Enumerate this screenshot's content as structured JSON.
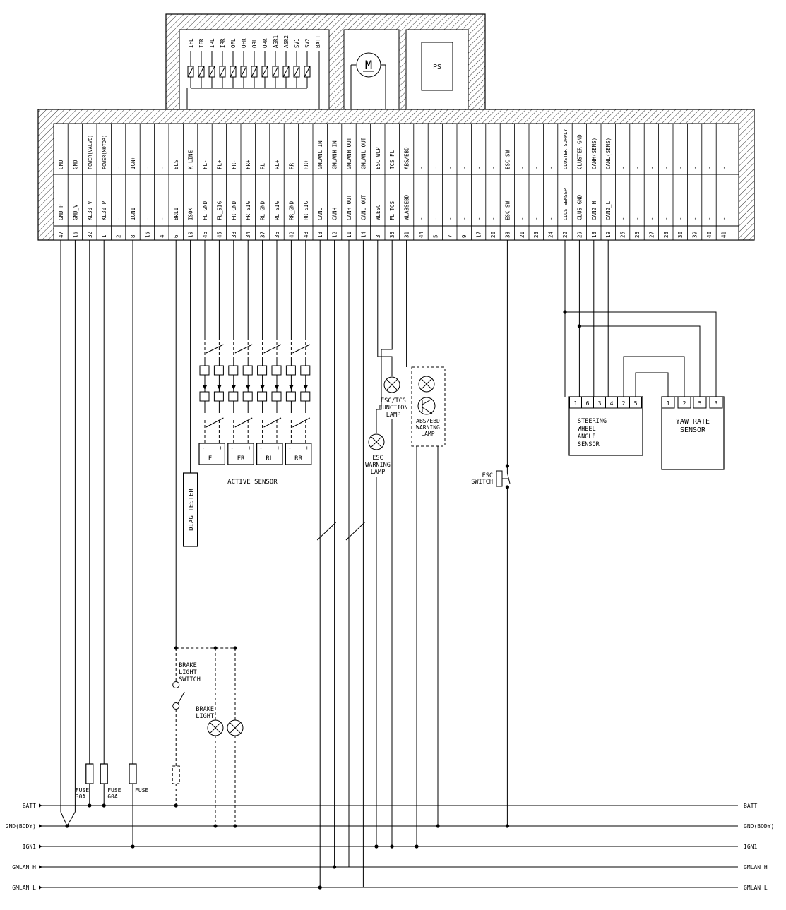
{
  "module": {
    "valve_labels": [
      "IFL",
      "IFR",
      "IRL",
      "IRR",
      "OFL",
      "OFR",
      "ORL",
      "ORR",
      "ASR1",
      "ASR2",
      "SV1",
      "SV2",
      "BATT"
    ],
    "motor_label": "M",
    "ps_label": "PS"
  },
  "pins": [
    {
      "top": "GND",
      "mid": "GND_P",
      "num": "47"
    },
    {
      "top": "GND",
      "mid": "GND_V",
      "num": "16"
    },
    {
      "top": "POWER(VALVE)",
      "mid": "KL30_V",
      "num": "32"
    },
    {
      "top": "POWER(MOTOR)",
      "mid": "KL30_P",
      "num": "1"
    },
    {
      "top": "-",
      "mid": "-",
      "num": "2"
    },
    {
      "top": "IGN+",
      "mid": "IGN1",
      "num": "8"
    },
    {
      "top": "-",
      "mid": "-",
      "num": "15"
    },
    {
      "top": "-",
      "mid": "-",
      "num": "4"
    },
    {
      "top": "BLS",
      "mid": "BRL1",
      "num": "6"
    },
    {
      "top": "K-LINE",
      "mid": "ISOK",
      "num": "10"
    },
    {
      "top": "FL-",
      "mid": "FL_GND",
      "num": "46"
    },
    {
      "top": "FL+",
      "mid": "FL_SIG",
      "num": "45"
    },
    {
      "top": "FR-",
      "mid": "FR_GND",
      "num": "33"
    },
    {
      "top": "FR+",
      "mid": "FR_SIG",
      "num": "34"
    },
    {
      "top": "RL-",
      "mid": "RL_GND",
      "num": "37"
    },
    {
      "top": "RL+",
      "mid": "RL_SIG",
      "num": "36"
    },
    {
      "top": "RR-",
      "mid": "RR_GND",
      "num": "42"
    },
    {
      "top": "RR+",
      "mid": "RR_SIG",
      "num": "43"
    },
    {
      "top": "GMLANL_IN",
      "mid": "CANL",
      "num": "13"
    },
    {
      "top": "GMLANH_IN",
      "mid": "CANH",
      "num": "12"
    },
    {
      "top": "GMLANH_OUT",
      "mid": "CANH_OUT",
      "num": "11"
    },
    {
      "top": "GMLANL_OUT",
      "mid": "CANL_OUT",
      "num": "14"
    },
    {
      "top": "ESC WLP",
      "mid": "WLESC",
      "num": "3"
    },
    {
      "top": "TCS FL",
      "mid": "FL TCS",
      "num": "35"
    },
    {
      "top": "ABS/EBD",
      "mid": "WLABSEBD",
      "num": "31"
    },
    {
      "top": "-",
      "mid": "-",
      "num": "44"
    },
    {
      "top": "-",
      "mid": "-",
      "num": "5"
    },
    {
      "top": "-",
      "mid": "-",
      "num": "7"
    },
    {
      "top": "-",
      "mid": "-",
      "num": "9"
    },
    {
      "top": "-",
      "mid": "-",
      "num": "17"
    },
    {
      "top": "-",
      "mid": "-",
      "num": "20"
    },
    {
      "top": "ESC_SW",
      "mid": "ESC_SW",
      "num": "38"
    },
    {
      "top": "-",
      "mid": "-",
      "num": "21"
    },
    {
      "top": "-",
      "mid": "-",
      "num": "23"
    },
    {
      "top": "-",
      "mid": "-",
      "num": "24"
    },
    {
      "top": "CLUSTER_SUPPLY",
      "mid": "CLUS_SENSEP",
      "num": "22"
    },
    {
      "top": "CLUSTER_GND",
      "mid": "CLUS_GND",
      "num": "29"
    },
    {
      "top": "CANH(SENS)",
      "mid": "CAN2_H",
      "num": "18"
    },
    {
      "top": "CANL(SENS)",
      "mid": "CAN2_L",
      "num": "19"
    },
    {
      "top": "-",
      "mid": "-",
      "num": "25"
    },
    {
      "top": "-",
      "mid": "-",
      "num": "26"
    },
    {
      "top": "-",
      "mid": "-",
      "num": "27"
    },
    {
      "top": "-",
      "mid": "-",
      "num": "28"
    },
    {
      "top": "-",
      "mid": "-",
      "num": "30"
    },
    {
      "top": "-",
      "mid": "-",
      "num": "39"
    },
    {
      "top": "-",
      "mid": "-",
      "num": "40"
    },
    {
      "top": "-",
      "mid": "-",
      "num": "41"
    }
  ],
  "sensors": {
    "wheels": [
      "FL",
      "FR",
      "RL",
      "RR"
    ],
    "polarity_minus": "-",
    "polarity_plus": "+",
    "group_label": "ACTIVE SENSOR",
    "steering": {
      "pins": [
        "1",
        "6",
        "3",
        "4",
        "2",
        "5"
      ],
      "label_lines": [
        "STEERING",
        "WHEEL",
        "ANGLE",
        "SENSOR"
      ]
    },
    "yaw": {
      "pins": [
        "1",
        "2",
        "5",
        "3"
      ],
      "label_lines": [
        "YAW RATE",
        "SENSOR"
      ]
    }
  },
  "components": {
    "diag_tester": "DIAG TESTER",
    "esc_tcs_lamp": [
      "ESC/TCS",
      "FUNCTION",
      "LAMP"
    ],
    "abs_ebd_lamp": [
      "ABS/EBD",
      "WARNING",
      "LAMP"
    ],
    "esc_warning_lamp": [
      "ESC",
      "WARNING",
      "LAMP"
    ],
    "esc_switch": [
      "ESC",
      "SWITCH"
    ],
    "brake_light_switch": [
      "BRAKE",
      "LIGHT",
      "SWITCH"
    ],
    "brake_light": [
      "BRAKE",
      "LIGHT"
    ],
    "fuses": [
      [
        "FUSE",
        "30A"
      ],
      [
        "FUSE",
        "60A"
      ],
      [
        "FUSE"
      ]
    ]
  },
  "buses": [
    {
      "left": "BATT",
      "right": "BATT"
    },
    {
      "left": "GND(BODY)",
      "right": "GND(BODY)"
    },
    {
      "left": "IGN1",
      "right": "IGN1"
    },
    {
      "left": "GMLAN H",
      "right": "GMLAN H"
    },
    {
      "left": "GMLAN L",
      "right": "GMLAN L"
    }
  ]
}
